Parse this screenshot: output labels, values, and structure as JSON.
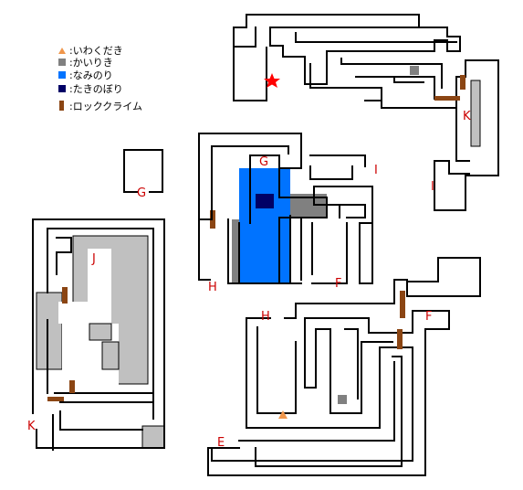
{
  "colors": {
    "wall": "#000000",
    "rock": "#c0c0c0",
    "water": "#0073ff",
    "waterfall": "#000066",
    "climb": "#8b4513",
    "marker": "#cc0000",
    "boulder": "#808080",
    "crack": "#f0964b"
  },
  "legend": [
    {
      "icon": "triangle-icon",
      "label": ":いわくだき"
    },
    {
      "icon": "gray-square-icon",
      "label": ":かいりき"
    },
    {
      "icon": "blue-square-icon",
      "label": ":なみのり"
    },
    {
      "icon": "navy-square-icon",
      "label": ":たきのぼり"
    },
    {
      "icon": "brown-bar-icon",
      "label": ":ロッククライム"
    }
  ],
  "markers": {
    "G1": "G",
    "G2": "G",
    "I1": "I",
    "I2": "I",
    "K1": "K",
    "K2": "K",
    "J": "J",
    "H1": "H",
    "H2": "H",
    "F1": "F",
    "F2": "F",
    "E": "E"
  }
}
